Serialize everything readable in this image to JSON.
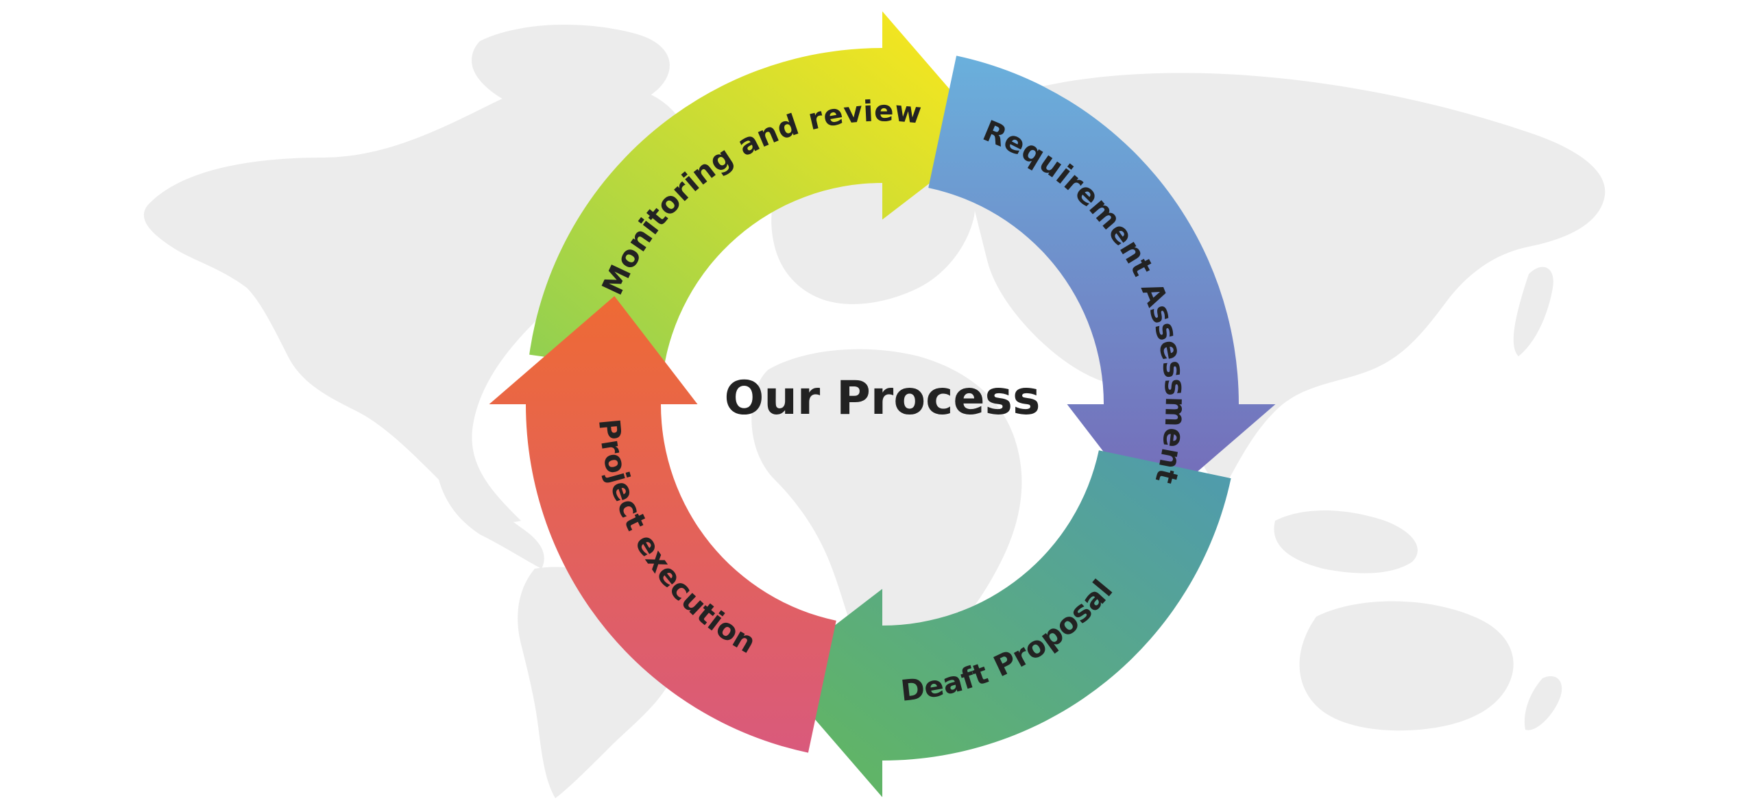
{
  "diagram": {
    "center_title": "Our Process",
    "steps": [
      {
        "id": "monitoring",
        "label": "Monitoring and review",
        "color_start": "#8fcf52",
        "color_end": "#ffe81a"
      },
      {
        "id": "requirement",
        "label": "Requirement Assessment",
        "color_start": "#6ab0dc",
        "color_end": "#7569b7"
      },
      {
        "id": "proposal",
        "label": "Deaft Proposal",
        "color_start": "#4f9ab0",
        "color_end": "#63b85c"
      },
      {
        "id": "execution",
        "label": "Project execution",
        "color_start": "#d95a7c",
        "color_end": "#ee6a34"
      }
    ],
    "background": "world-map-silhouette"
  }
}
